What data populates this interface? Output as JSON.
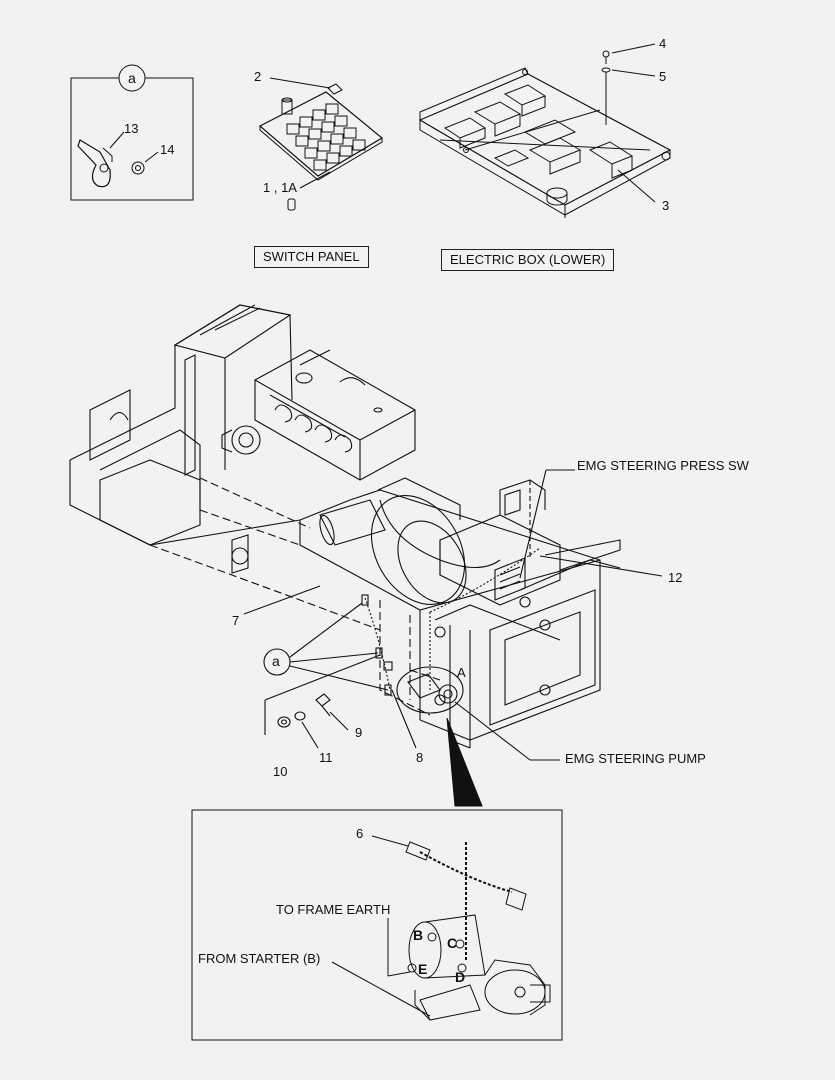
{
  "labels": {
    "switch_panel": "SWITCH PANEL",
    "electric_box_lower": "ELECTRIC BOX (LOWER)",
    "emg_steering_press_sw": "EMG STEERING PRESS SW",
    "emg_steering_pump": "EMG STEERING PUMP",
    "to_frame_earth": "TO FRAME EARTH",
    "from_starter_b": "FROM STARTER (B)",
    "detail_a": "A"
  },
  "detail_callout": "a",
  "part_numbers": {
    "p1_1a": "1 , 1A",
    "p2": "2",
    "p3": "3",
    "p4": "4",
    "p5": "5",
    "p6": "6",
    "p7": "7",
    "p8": "8",
    "p9": "9",
    "p10": "10",
    "p11": "11",
    "p12": "12",
    "p13": "13",
    "p14": "14"
  },
  "terminal_letters": {
    "b": "B",
    "c": "C",
    "e": "E",
    "d": "D"
  },
  "colors": {
    "background": "#f2f2f2",
    "line": "#111111"
  }
}
